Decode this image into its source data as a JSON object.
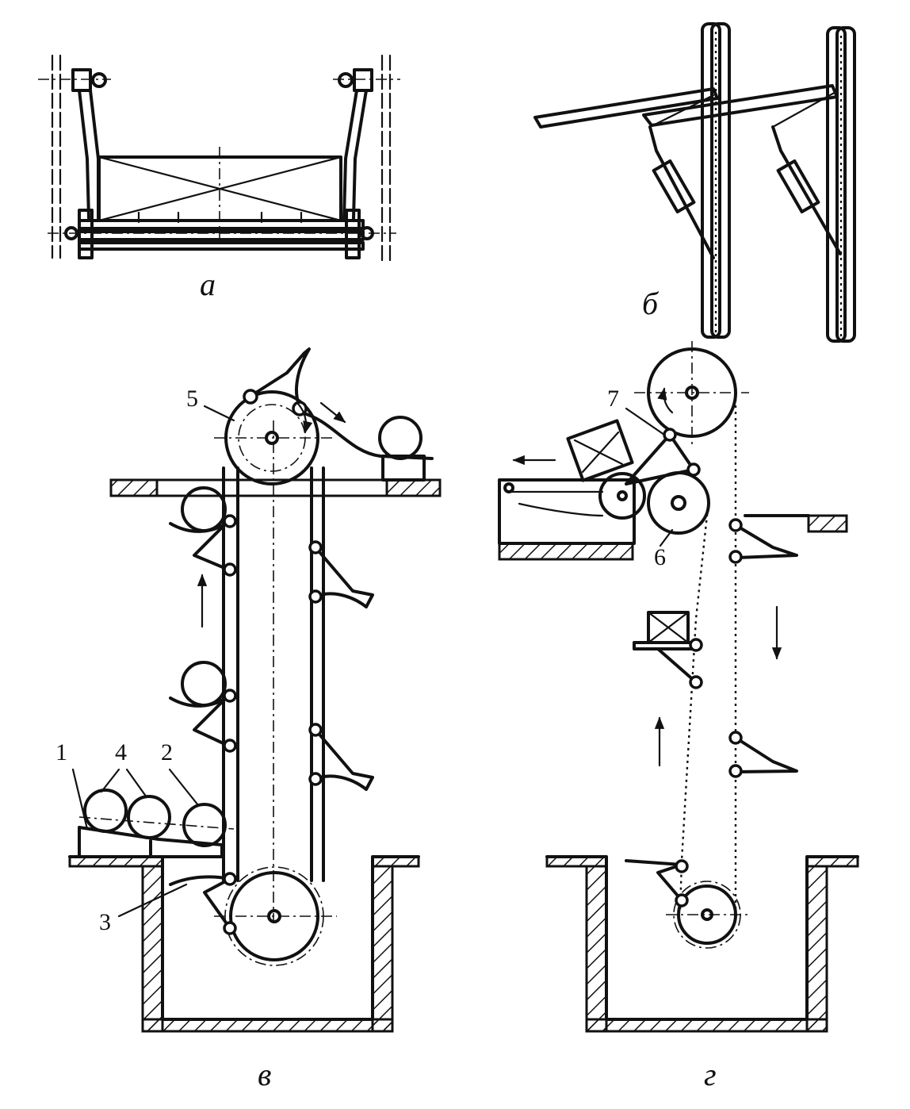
{
  "panels": {
    "a": {
      "caption": "а"
    },
    "b": {
      "caption": "б"
    },
    "v": {
      "caption": "в"
    },
    "g": {
      "caption": "г"
    }
  },
  "labels": {
    "n1": "1",
    "n2": "2",
    "n3": "3",
    "n4": "4",
    "n5": "5",
    "n6": "6",
    "n7": "7"
  }
}
